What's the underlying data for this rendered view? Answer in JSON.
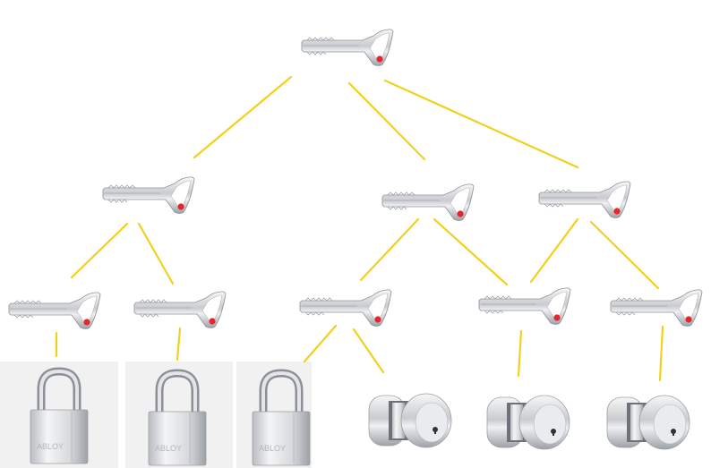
{
  "diagram": {
    "type": "master-key-hierarchy",
    "line_color": "#f2d01e",
    "key_dot_color": "#e8252d",
    "lock_brand": "ABLOY",
    "levels": [
      {
        "level": "grand-master-key",
        "count": 1
      },
      {
        "level": "master-key",
        "count": 3
      },
      {
        "level": "sub-master-key",
        "count": 5
      },
      {
        "level": "lock",
        "count": 6,
        "kinds": [
          "padlock",
          "padlock",
          "padlock",
          "cylinder",
          "cylinder",
          "cylinder"
        ]
      }
    ]
  }
}
